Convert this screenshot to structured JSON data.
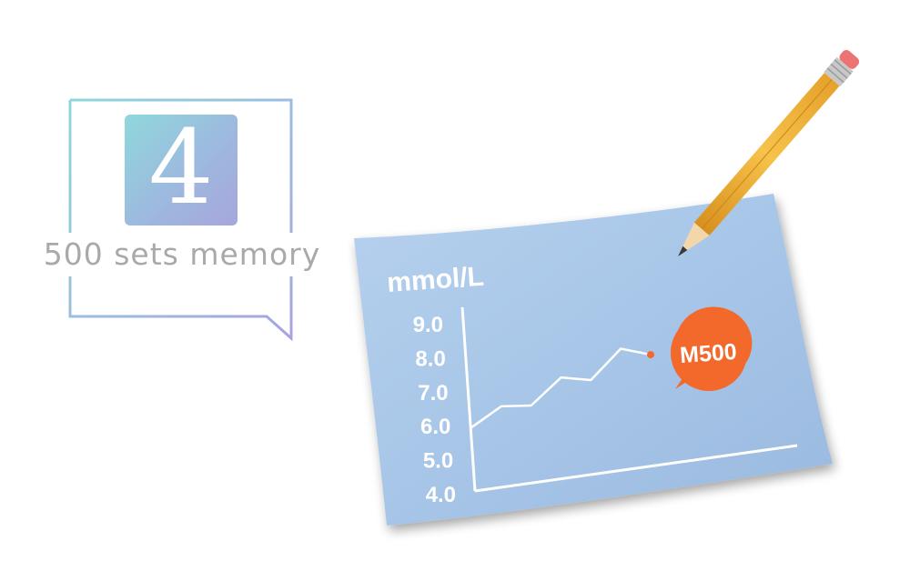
{
  "feature": {
    "number": "4",
    "caption": "500 sets memory"
  },
  "chart_data": {
    "type": "line",
    "ylabel": "mmol/L",
    "ylim": [
      4.0,
      9.0
    ],
    "yticks": [
      "9.0",
      "8.0",
      "7.0",
      "6.0",
      "5.0",
      "4.0"
    ],
    "series": [
      {
        "values": [
          5.4,
          5.9,
          5.8,
          6.5,
          6.3,
          7.1,
          6.8
        ]
      }
    ]
  },
  "model_tag": "M500",
  "colors": {
    "card": "#a6c4e6",
    "line": "#ffffff",
    "accent": "#f2692b",
    "frame_start": "#8fd6db",
    "frame_end": "#a7a3e3",
    "pencil": "#f0b33c"
  },
  "icons": [
    "pencil-icon",
    "speech-bubble-icon"
  ]
}
